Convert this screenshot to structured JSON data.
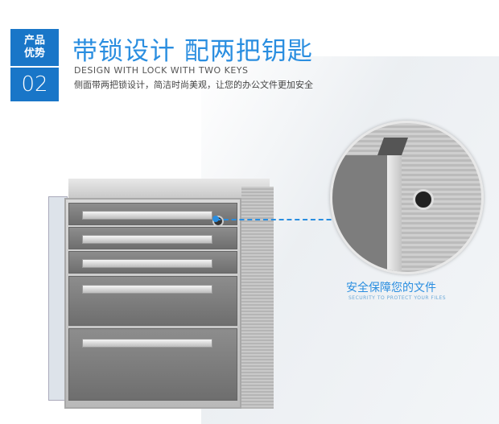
{
  "badge": {
    "line1": "产品",
    "line2": "优势",
    "number": "02"
  },
  "title": "带锁设计  配两把钥匙",
  "subtitle_en": "DESIGN WITH LOCK WITH TWO KEYS",
  "description": "侧面带两把锁设计，简洁时尚美观，让您的办公文件更加安全",
  "security": {
    "cn": "安全保障您的文件",
    "en": "SECURITY TO PROTECT YOUR FILES"
  },
  "colors": {
    "accent": "#2a8ee0",
    "badge": "#1976c8"
  },
  "icons": [
    "lock-icon"
  ]
}
